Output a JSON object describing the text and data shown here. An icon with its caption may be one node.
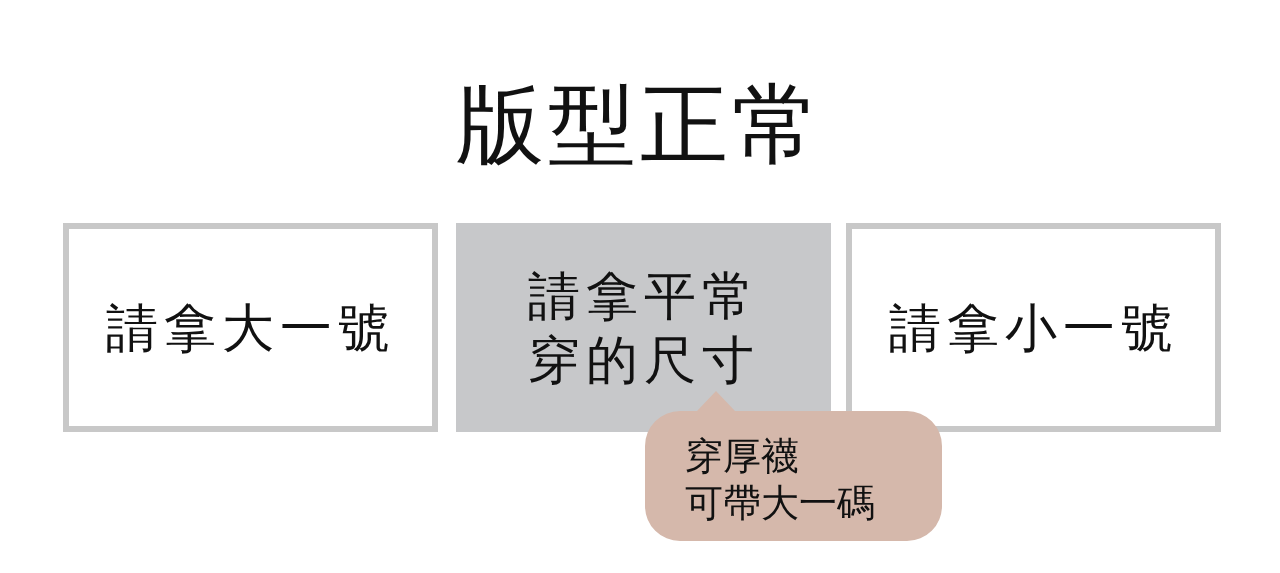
{
  "diagram": {
    "title": "版型正常",
    "nodes": [
      {
        "text": [
          "請拿大一號"
        ]
      },
      {
        "text": [
          "請拿平常穿的尺寸"
        ]
      },
      {
        "text": [
          "請拿小一號"
        ]
      },
      {
        "text": [
          "穿厚襪可帶大一碼"
        ]
      }
    ]
  }
}
